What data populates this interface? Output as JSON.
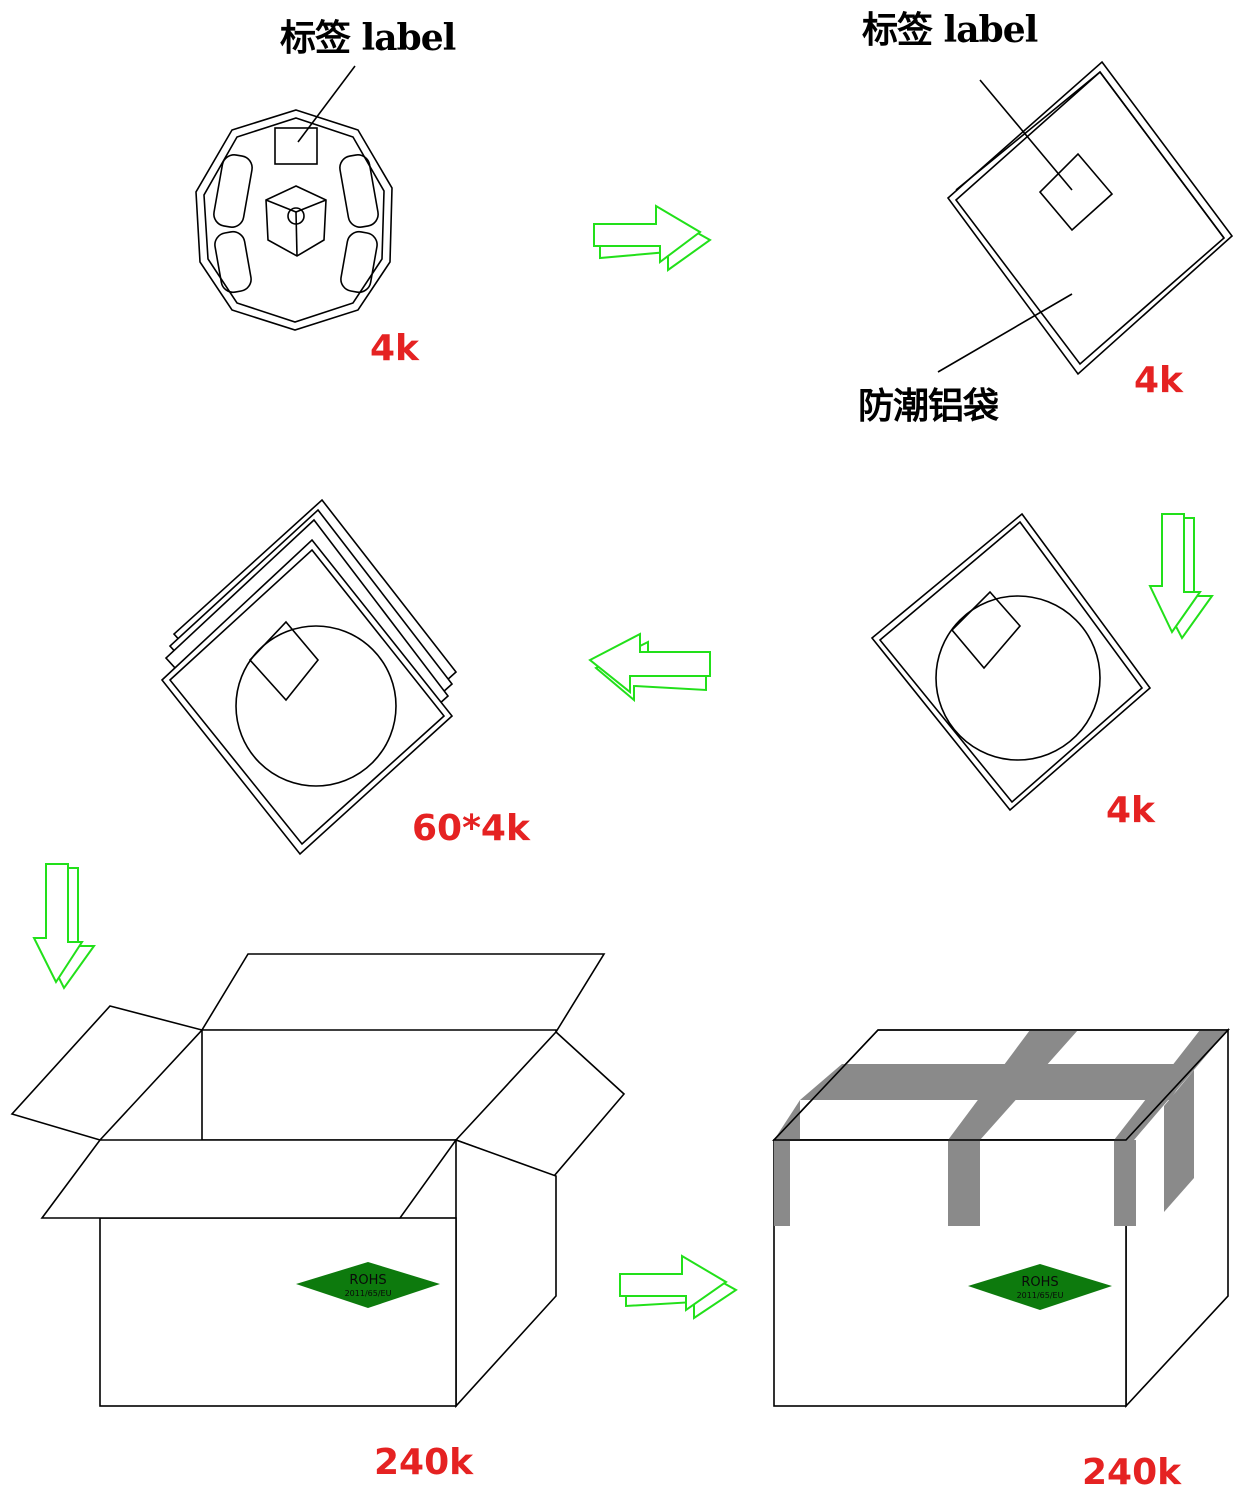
{
  "labels": {
    "label_reel": "标签 label",
    "label_bag": "标签 label",
    "bag_name": "防潮铝袋"
  },
  "quantities": {
    "reel": "4k",
    "bag": "4k",
    "sealed_bag": "4k",
    "stack": "60*4k",
    "open_box": "240k",
    "closed_box": "240k"
  },
  "rohs": {
    "open_box_text": "ROHS",
    "closed_box_text": "ROHS",
    "sub_text": "2011/65/EU"
  },
  "colors": {
    "quantity": "#e52222",
    "arrow": "#22e01a",
    "rohs_fill": "#0d7a0d",
    "tape": "#8a8a8a",
    "line": "#000000"
  },
  "icons": {
    "arrows": [
      "arrow-right-icon",
      "arrow-down-icon",
      "arrow-left-icon",
      "arrow-down-icon",
      "arrow-right-icon"
    ]
  }
}
